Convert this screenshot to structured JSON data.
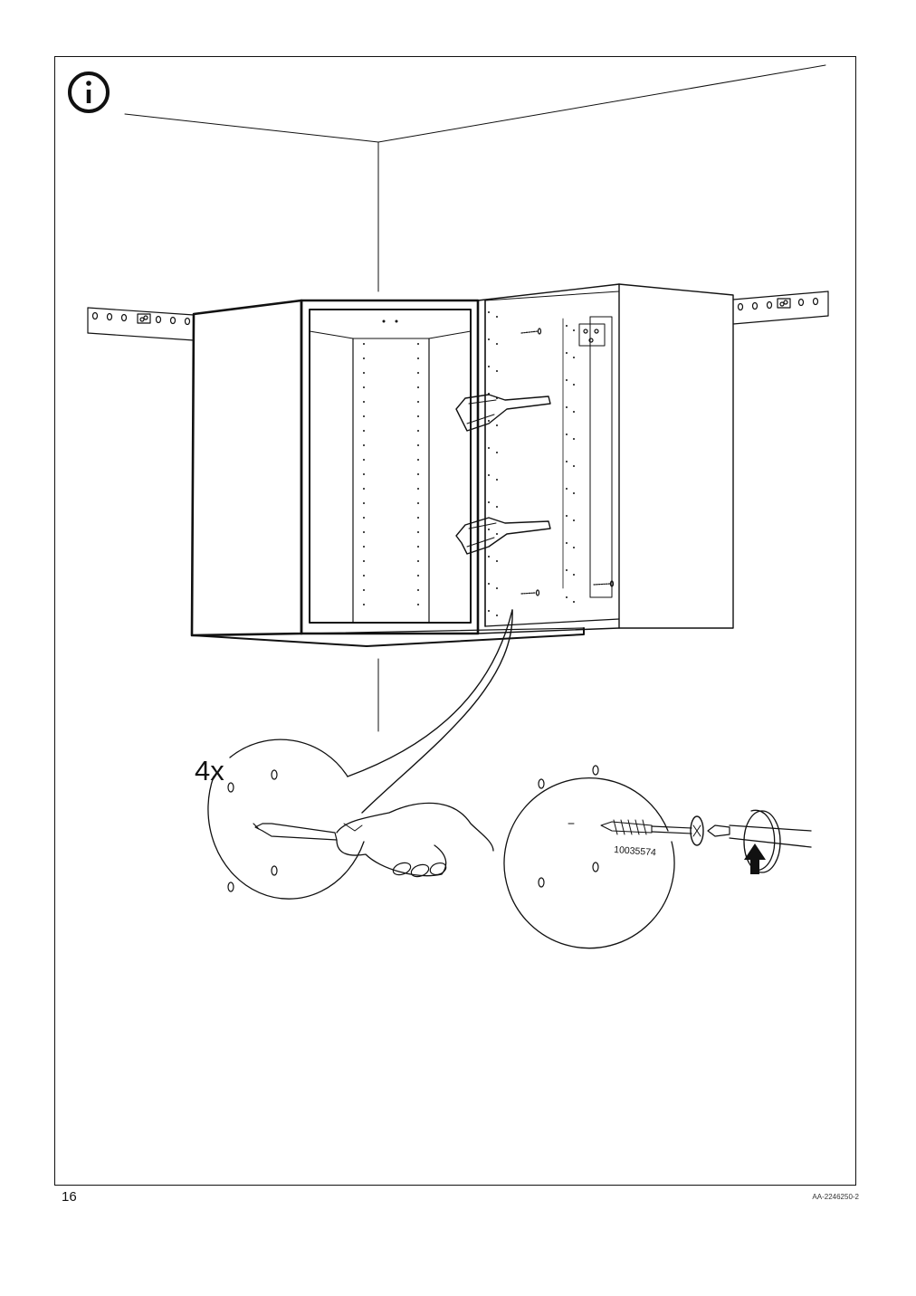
{
  "info_icon": {
    "name": "info-icon",
    "glyph": "i"
  },
  "step": {
    "quantity": "4x",
    "screw_part_number": "10035574"
  },
  "footer": {
    "page_number": "16",
    "document_code": "AA-2246250-2"
  },
  "colors": {
    "line": "#111111",
    "background": "#ffffff"
  }
}
